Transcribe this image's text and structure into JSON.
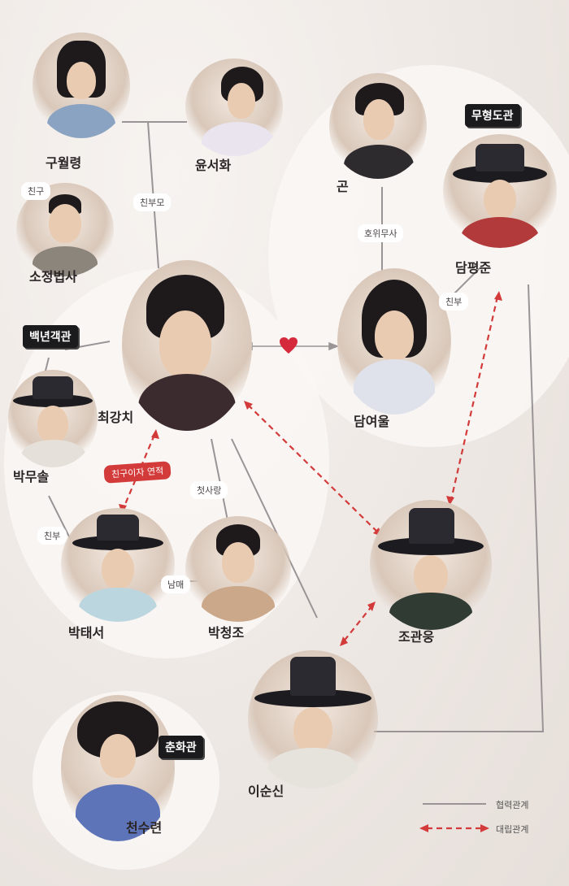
{
  "characters": {
    "guwolryeong": "구월령",
    "yunseohwa": "윤서화",
    "gon": "곤",
    "sojeongbeopsa": "소정법사",
    "damyeongjun": "담평준",
    "choegangchi": "최강치",
    "damyeoul": "담여울",
    "bakmusol": "박무솔",
    "baktaeseo": "박태서",
    "bakcheongjo": "박청조",
    "jogwanung": "조관웅",
    "isunsin": "이순신",
    "cheonsuryeon": "천수련"
  },
  "groups": {
    "muhyeong": "무형도관",
    "baeknyeon": "백년객관",
    "chunhwa": "춘화관"
  },
  "relations": {
    "chingu": "친구",
    "chinbumo": "친부모",
    "howimusa": "호위무사",
    "chinbu_damyeoul": "친부",
    "chinbu_baktaeseo": "친부",
    "cheotsarang": "첫사랑",
    "nammae": "남매",
    "chingu_yeonjeok": "친구이자 연적"
  },
  "legend": {
    "cooperation": "협력관계",
    "opposition": "대립관계"
  },
  "colors": {
    "background": "#f1ece8",
    "opposition": "#d33a3a",
    "cooperation": "#9a9496",
    "heart": "#d42a3c",
    "group_badge": "#1b1a1c"
  },
  "icons": {
    "heart": "heart-icon",
    "arrow": "double-arrow-icon"
  }
}
